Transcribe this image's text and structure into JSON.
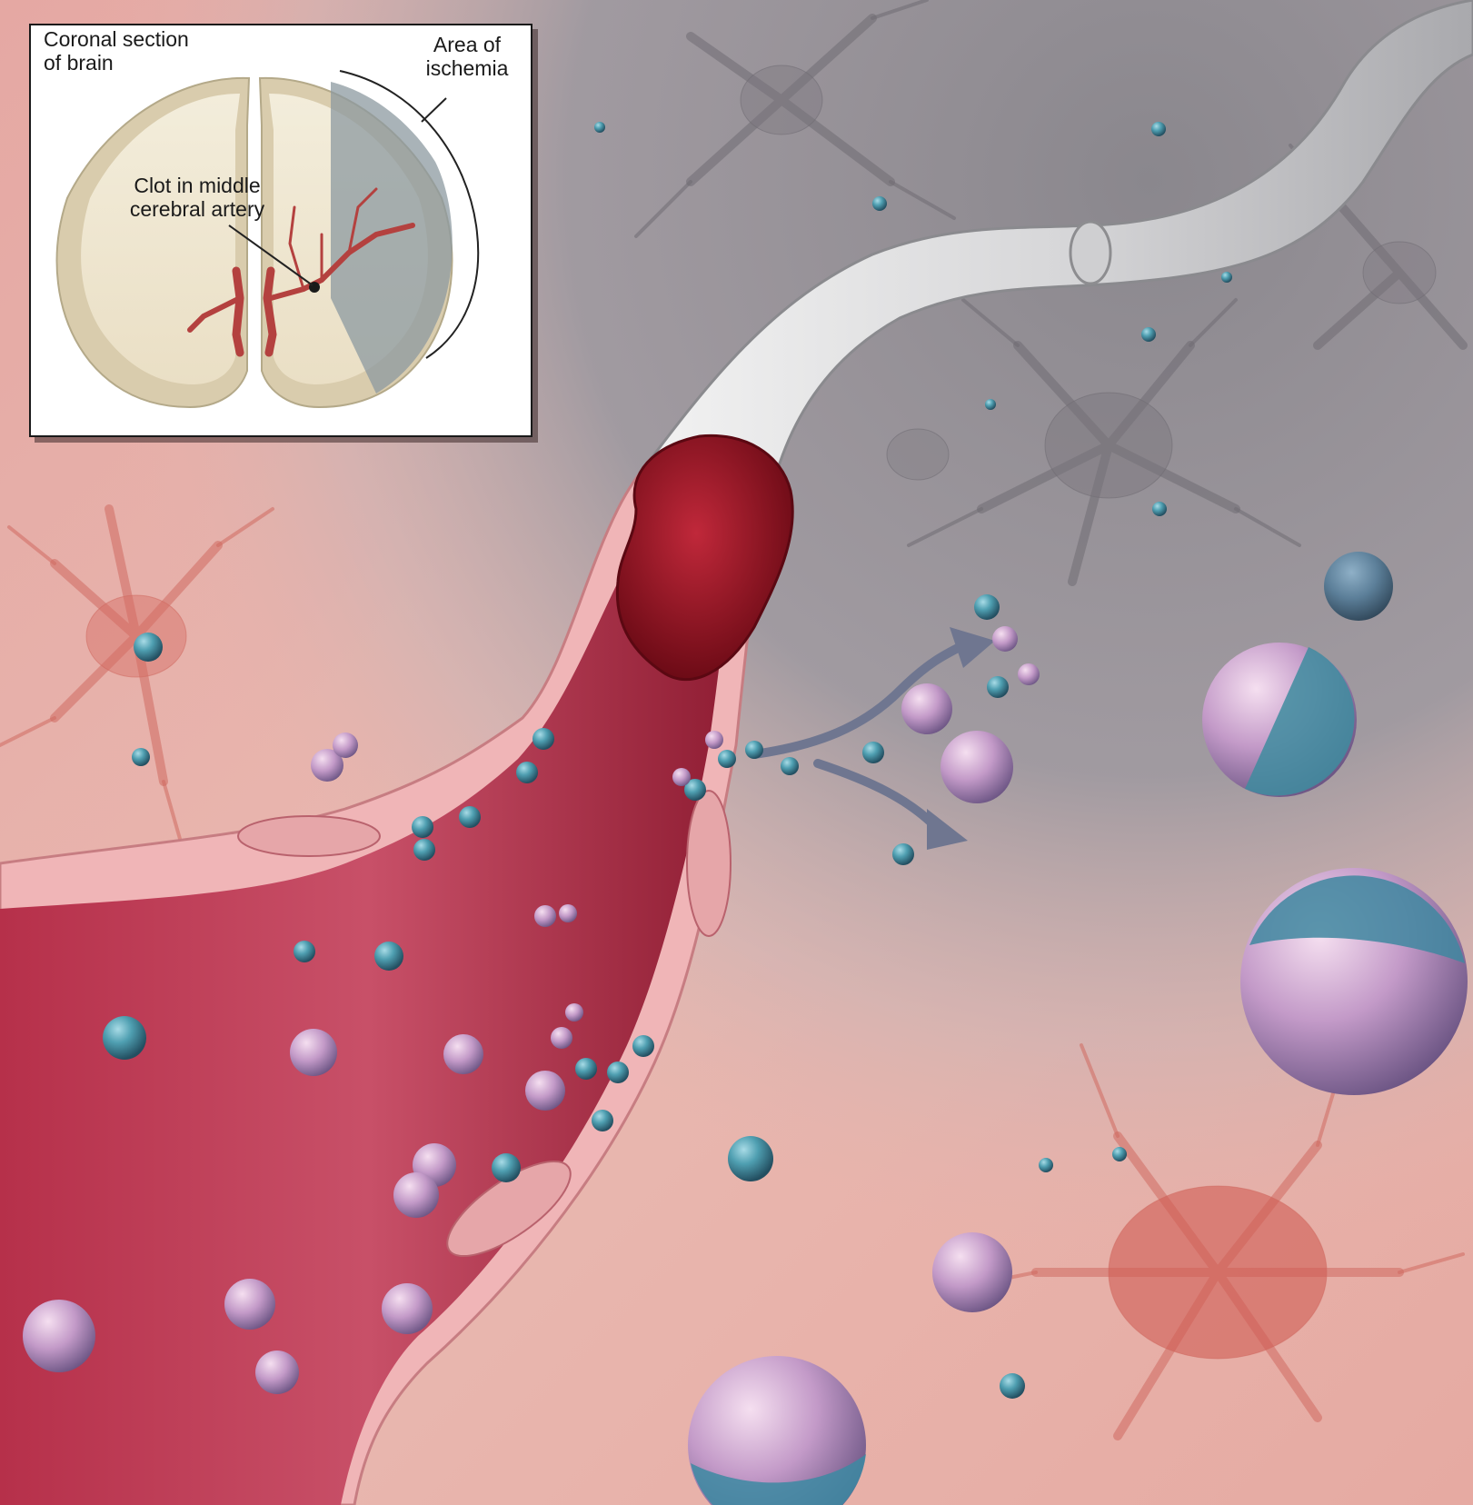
{
  "inset": {
    "label_section_line1": "Coronal section",
    "label_section_line2": "of brain",
    "label_area_line1": "Area of",
    "label_area_line2": "ischemia",
    "label_clot_line1": "Clot in middle",
    "label_clot_line2": "cerebral artery"
  },
  "colors": {
    "healthy_tissue": "#e8b2aa",
    "ischemic_tissue": "#8f8c92",
    "vessel_wall": "#efb1b3",
    "vessel_lumen": "#a8263d",
    "clot": "#8c0f1c",
    "brain_gray_matter": "#d9ccac",
    "brain_white_matter": "#f1ead5",
    "ischemic_zone": "#9fa9ad",
    "particle_teal": "#3c8da0",
    "particle_pink": "#d9a7c9"
  }
}
